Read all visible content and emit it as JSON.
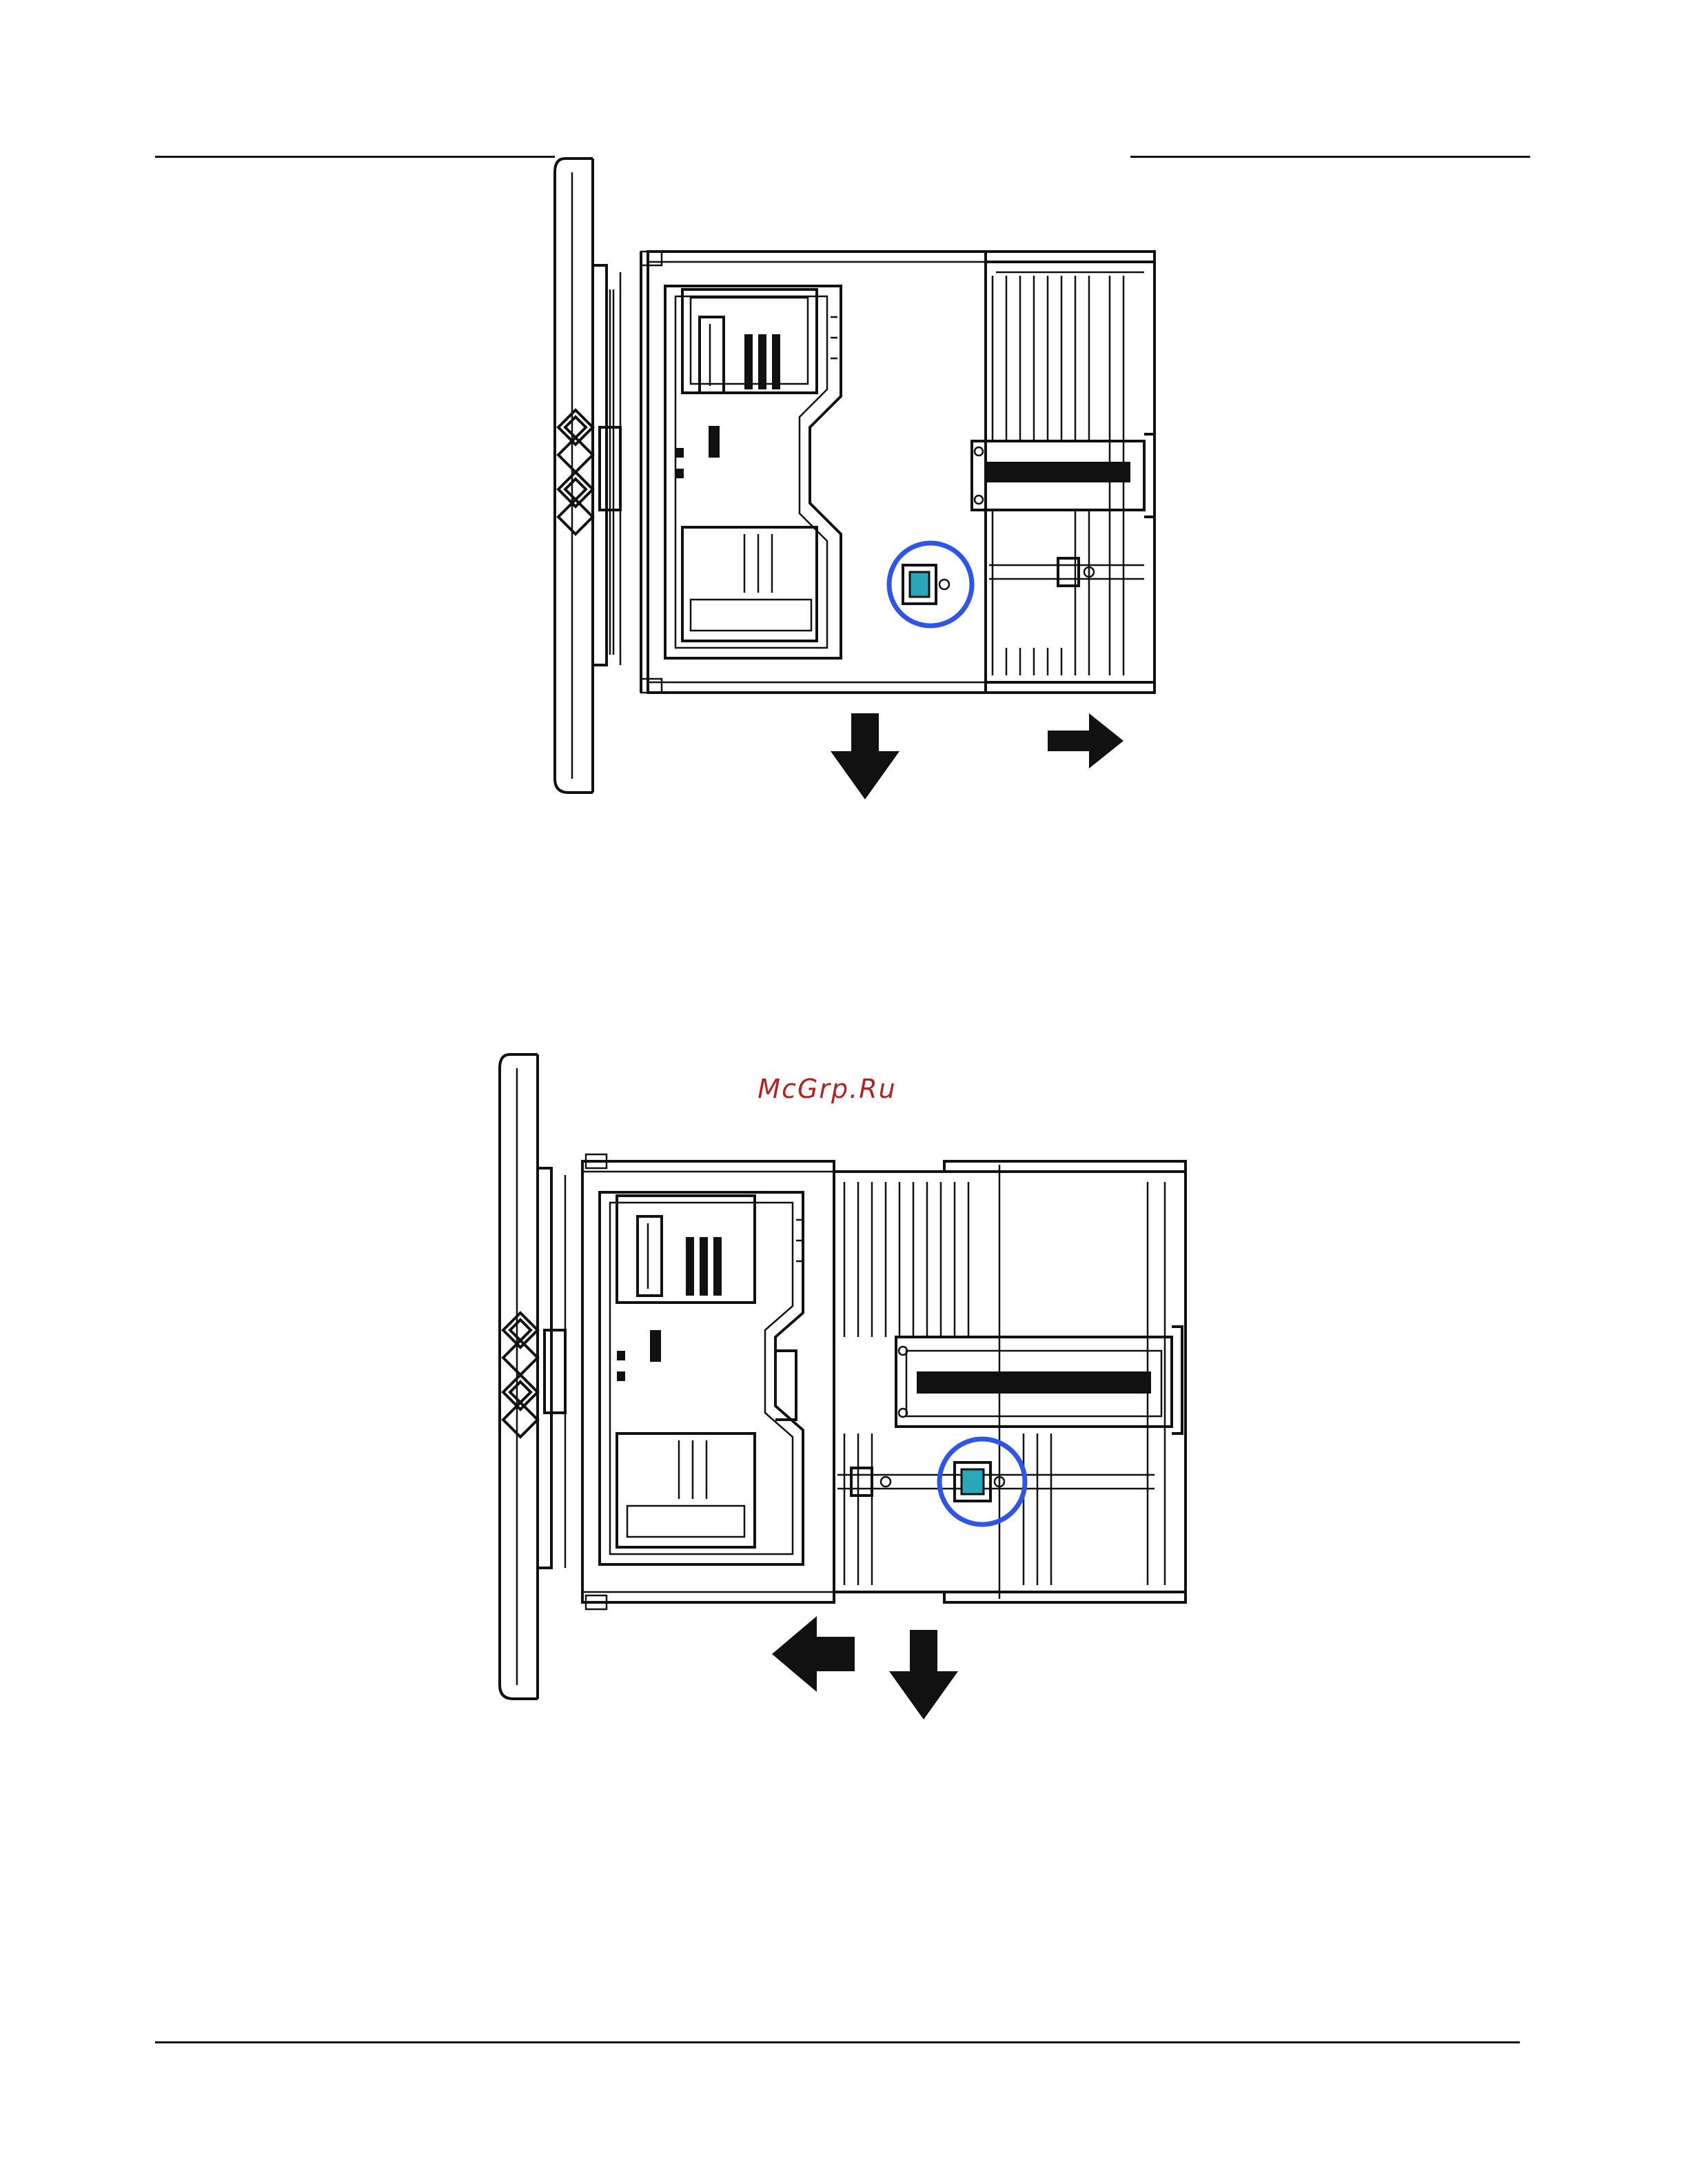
{
  "watermark": {
    "text": "McGrp.Ru"
  },
  "colors": {
    "highlight_circle": "#2e55e6",
    "latch_teal": "#2aa7b8",
    "watermark": "#b22222",
    "line": "#111111"
  },
  "figures": [
    {
      "name": "tray-figure-top",
      "arrows": [
        "arrow-down",
        "arrow-right"
      ]
    },
    {
      "name": "tray-figure-bottom",
      "arrows": [
        "arrow-left",
        "arrow-down"
      ]
    }
  ]
}
